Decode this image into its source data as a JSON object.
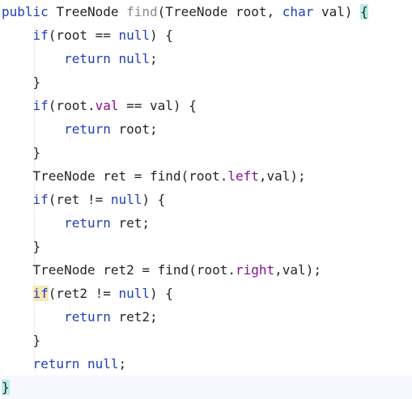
{
  "editor": {
    "lines": [
      {
        "tokens": [
          {
            "t": "public",
            "c": "kw"
          },
          {
            "t": " "
          },
          {
            "t": "TreeNode",
            "c": "type"
          },
          {
            "t": " "
          },
          {
            "t": "find",
            "c": "method-dim"
          },
          {
            "t": "(TreeNode root, "
          },
          {
            "t": "char",
            "c": "kw"
          },
          {
            "t": " val) "
          },
          {
            "t": "{",
            "c": "brace-hl"
          }
        ]
      },
      {
        "tokens": [
          {
            "t": "    "
          },
          {
            "t": "if",
            "c": "kw"
          },
          {
            "t": "(root == "
          },
          {
            "t": "null",
            "c": "kw"
          },
          {
            "t": ") {"
          }
        ]
      },
      {
        "tokens": [
          {
            "t": "        "
          },
          {
            "t": "return",
            "c": "kw"
          },
          {
            "t": " "
          },
          {
            "t": "null",
            "c": "kw"
          },
          {
            "t": ";"
          }
        ]
      },
      {
        "tokens": [
          {
            "t": "    }"
          }
        ]
      },
      {
        "tokens": [
          {
            "t": "    "
          },
          {
            "t": "if",
            "c": "kw"
          },
          {
            "t": "(root."
          },
          {
            "t": "val",
            "c": "field"
          },
          {
            "t": " == val) {"
          }
        ]
      },
      {
        "tokens": [
          {
            "t": "        "
          },
          {
            "t": "return",
            "c": "kw"
          },
          {
            "t": " root;"
          }
        ]
      },
      {
        "tokens": [
          {
            "t": "    }"
          }
        ]
      },
      {
        "tokens": [
          {
            "t": "    TreeNode ret = find(root."
          },
          {
            "t": "left",
            "c": "field"
          },
          {
            "t": ",val);"
          }
        ]
      },
      {
        "tokens": [
          {
            "t": "    "
          },
          {
            "t": "if",
            "c": "kw"
          },
          {
            "t": "(ret != "
          },
          {
            "t": "null",
            "c": "kw"
          },
          {
            "t": ") {"
          }
        ]
      },
      {
        "tokens": [
          {
            "t": "        "
          },
          {
            "t": "return",
            "c": "kw"
          },
          {
            "t": " ret;"
          }
        ]
      },
      {
        "tokens": [
          {
            "t": "    }"
          }
        ]
      },
      {
        "tokens": [
          {
            "t": "    TreeNode ret2 = find(root."
          },
          {
            "t": "right",
            "c": "field"
          },
          {
            "t": ",val);"
          }
        ]
      },
      {
        "tokens": [
          {
            "t": "    "
          },
          {
            "t": "if",
            "c": "kw hl"
          },
          {
            "t": "(ret2 != "
          },
          {
            "t": "null",
            "c": "kw"
          },
          {
            "t": ") {"
          }
        ]
      },
      {
        "tokens": [
          {
            "t": "        "
          },
          {
            "t": "return",
            "c": "kw"
          },
          {
            "t": " ret2;"
          }
        ]
      },
      {
        "tokens": [
          {
            "t": "    }"
          }
        ]
      },
      {
        "tokens": [
          {
            "t": "    "
          },
          {
            "t": "return",
            "c": "kw"
          },
          {
            "t": " "
          },
          {
            "t": "null",
            "c": "kw"
          },
          {
            "t": ";"
          }
        ]
      },
      {
        "tokens": [
          {
            "t": "}",
            "c": "brace-hl"
          }
        ]
      }
    ]
  },
  "colors": {
    "keyword": "#1f3fb5",
    "field": "#871094",
    "brace_match": "#b9eee8",
    "usage_highlight": "#f7e7b7"
  }
}
